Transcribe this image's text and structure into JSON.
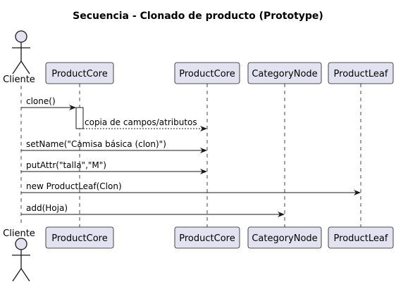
{
  "title": "Secuencia - Clonado de producto (Prototype)",
  "participants": [
    {
      "name": "Cliente",
      "kind": "actor"
    },
    {
      "name": "ProductCore",
      "kind": "box"
    },
    {
      "name": "ProductCore",
      "kind": "box"
    },
    {
      "name": "CategoryNode",
      "kind": "box"
    },
    {
      "name": "ProductLeaf",
      "kind": "box"
    }
  ],
  "messages": [
    {
      "from": 0,
      "to": 1,
      "label": "clone()",
      "style": "solid"
    },
    {
      "from": 1,
      "to": 2,
      "label": "copia de campos/atributos",
      "style": "dashed"
    },
    {
      "from": 0,
      "to": 2,
      "label": "setName(\"Camisa básica (clon)\")",
      "style": "solid"
    },
    {
      "from": 0,
      "to": 2,
      "label": "putAttr(\"talla\",\"M\")",
      "style": "solid"
    },
    {
      "from": 0,
      "to": 4,
      "label": "new ProductLeaf(Clon)",
      "style": "solid"
    },
    {
      "from": 0,
      "to": 3,
      "label": "add(Hoja)",
      "style": "solid"
    }
  ],
  "colors": {
    "box_fill": "#E2E2F0",
    "box_stroke": "#181818",
    "lifeline": "#181818",
    "line": "#181818",
    "text": "#000000"
  }
}
